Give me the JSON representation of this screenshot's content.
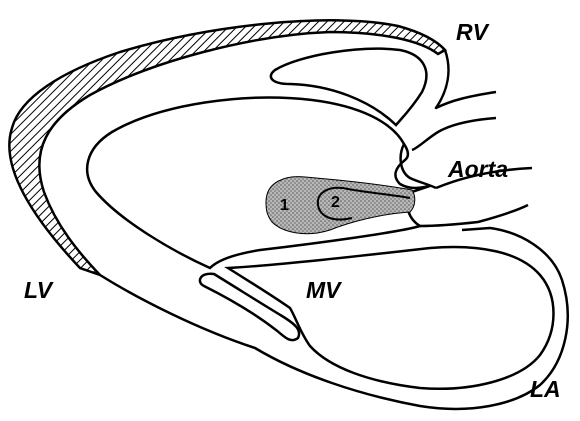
{
  "labels": {
    "rv": "RV",
    "aorta": "Aorta",
    "lv": "LV",
    "mv": "MV",
    "la": "LA",
    "region_1": "1",
    "region_2": "2"
  },
  "colors": {
    "stroke": "#000000",
    "background": "#ffffff",
    "shaded_region": "#a9a9a9"
  }
}
